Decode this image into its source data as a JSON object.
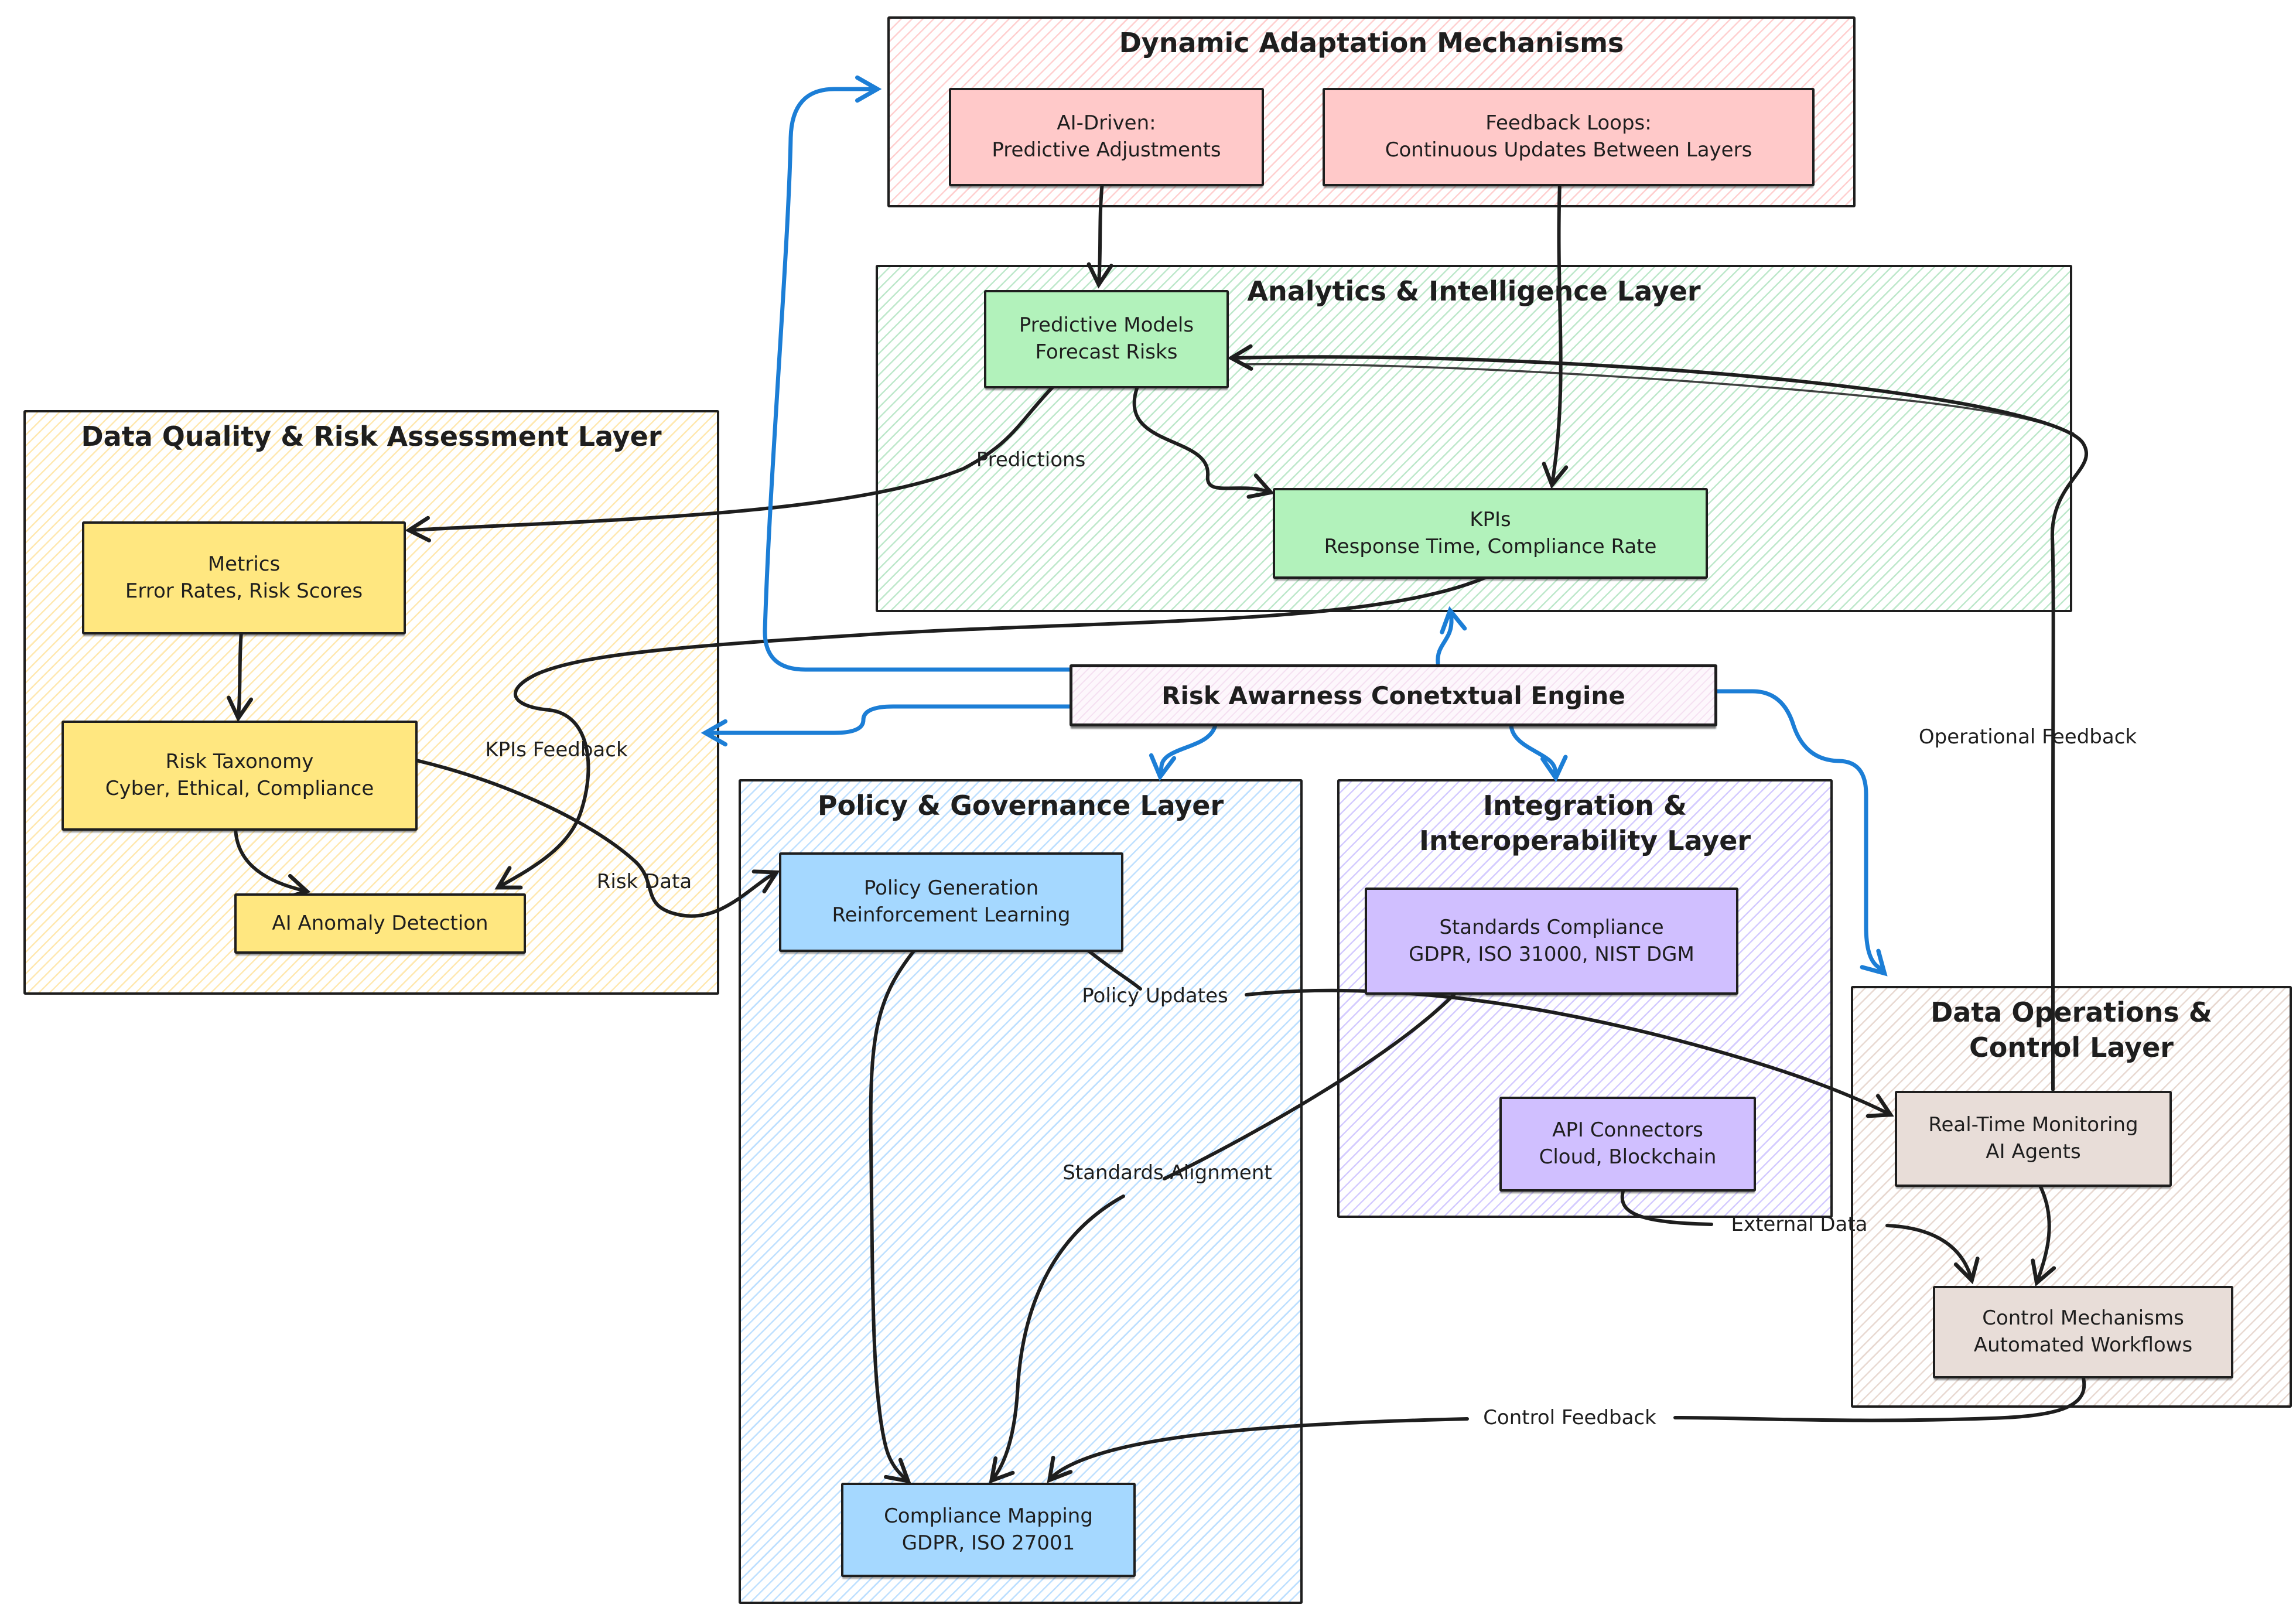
{
  "palette": {
    "stroke": "#1e1e1e",
    "arrow_black": "#1e1e1e",
    "arrow_blue": "#1c7ed6",
    "pink_node": "#ffc9c9",
    "green_node": "#b2f2bb",
    "yellow_node": "#ffe780",
    "blue_node": "#a5d8ff",
    "purple_node": "#d0bfff",
    "tan_node": "#e8ddd8",
    "engine_fill": "#fdf7fc"
  },
  "layers": {
    "dynamic": {
      "title": "Dynamic Adaptation Mechanisms"
    },
    "analytics": {
      "title": "Analytics & Intelligence Layer"
    },
    "data_quality": {
      "title": "Data Quality & Risk Assessment Layer"
    },
    "policy": {
      "title": "Policy & Governance Layer"
    },
    "integration": {
      "title": "Integration & Interoperability Layer"
    },
    "data_ops": {
      "title": "Data Operations & Control Layer"
    }
  },
  "engine": {
    "label": "Risk Awarness Conetxtual Engine"
  },
  "nodes": {
    "ai_driven": "AI-Driven:\nPredictive Adjustments",
    "feedback_loops": "Feedback Loops:\nContinuous Updates Between Layers",
    "predictive_models": "Predictive Models\nForecast Risks",
    "kpis": "KPIs\nResponse Time, Compliance Rate",
    "metrics": "Metrics\nError Rates, Risk Scores",
    "risk_taxonomy": "Risk Taxonomy\nCyber, Ethical, Compliance",
    "ai_anomaly": "AI Anomaly Detection",
    "policy_generation": "Policy Generation\nReinforcement Learning",
    "compliance_mapping": "Compliance Mapping\nGDPR, ISO 27001",
    "standards_compliance": "Standards Compliance\nGDPR, ISO 31000, NIST DGM",
    "api_connectors": "API Connectors\nCloud, Blockchain",
    "real_time_monitoring": "Real-Time Monitoring\nAI Agents",
    "control_mechanisms": "Control Mechanisms\nAutomated Workflows"
  },
  "edge_labels": {
    "predictions": "Predictions",
    "kpis_feedback": "KPIs Feedback",
    "risk_data": "Risk Data",
    "policy_updates": "Policy Updates",
    "standards_alignment": "Standards Alignment",
    "operational_feedback": "Operational Feedback",
    "external_data": "External Data",
    "control_feedback": "Control Feedback"
  }
}
